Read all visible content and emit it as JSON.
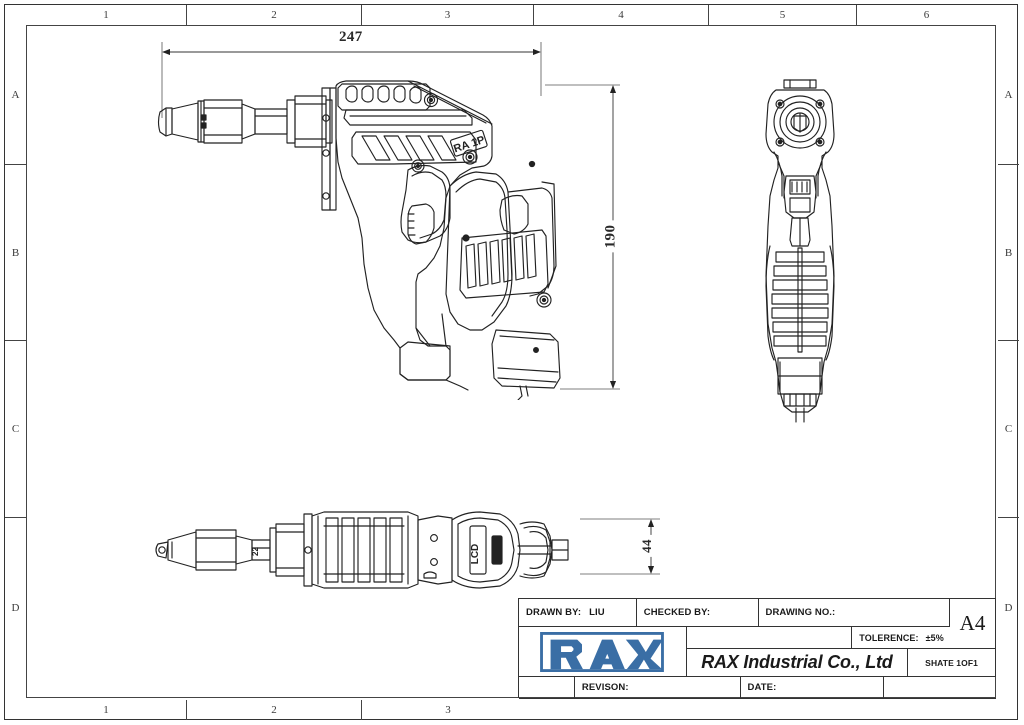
{
  "sheet": {
    "format": "A4",
    "background": "#ffffff",
    "line_color": "#2a2a2a",
    "accent_color": "#3a6ea5"
  },
  "frame": {
    "zones_top": [
      "1",
      "2",
      "3",
      "4",
      "5",
      "6"
    ],
    "zones_bottom": [
      "1",
      "2",
      "3"
    ],
    "zones_left": [
      "A",
      "B",
      "C",
      "D"
    ],
    "zones_right": [
      "A",
      "B",
      "C",
      "D"
    ]
  },
  "dimensions": {
    "overall_length": "247",
    "overall_height": "190",
    "body_width": "44"
  },
  "part_markings": {
    "nose_label": "22",
    "display_label": "LCD"
  },
  "views": {
    "side_view_name": "side-elevation-view",
    "rear_view_name": "rear-elevation-view",
    "top_view_name": "top-plan-view"
  },
  "title_block": {
    "drawn_by_label": "DRAWN BY:",
    "drawn_by_value": "LIU",
    "checked_by_label": "CHECKED BY:",
    "checked_by_value": "",
    "drawing_no_label": "DRAWING NO.:",
    "drawing_no_value": "",
    "sheet_size": "A4",
    "tolerance_label": "TOLERENCE:",
    "tolerance_value": "±5%",
    "company_name": "RAX Industrial Co., Ltd",
    "sheet_count": "SHATE 1OF1",
    "revision_label": "REVISON:",
    "revision_value": "",
    "date_label": "DATE:",
    "date_value": "",
    "logo_text": "RAX"
  }
}
